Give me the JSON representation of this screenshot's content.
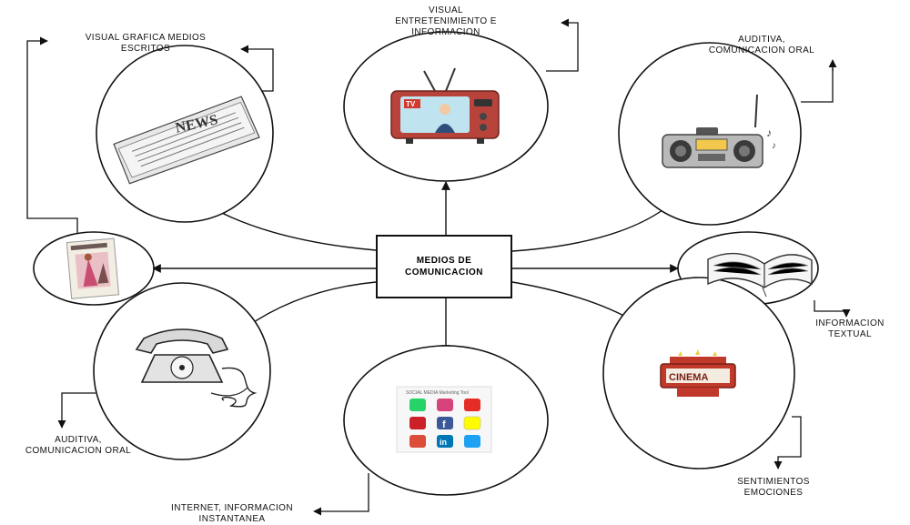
{
  "center": {
    "line1": "MEDIOS DE",
    "line2": "COMUNICACION"
  },
  "labels": {
    "newspaper": [
      "VISUAL GRAFICA MEDIOS",
      "ESCRITOS"
    ],
    "tv": [
      "VISUAL",
      "ENTRETENIMIENTO E",
      "INFORMACION"
    ],
    "radio": [
      "AUDITIVA,",
      "COMUNICACION ORAL"
    ],
    "book": [
      "INFORMACION",
      "TEXTUAL"
    ],
    "cinema": [
      "SENTIMIENTOS",
      "EMOCIONES"
    ],
    "social": [
      "INTERNET, INFORMACION",
      "INSTANTANEA"
    ],
    "phone": [
      "AUDITIVA,",
      "COMUNICACION ORAL"
    ]
  },
  "icon_text": {
    "tv_badge": "TV",
    "cinema_sign": "CINEMA",
    "social_header": "SOCIAL MEDIA Marketing Tool",
    "newspaper_headline": "NEWS"
  },
  "colors": {
    "line": "#111111",
    "tv_red": "#c8392b",
    "cinema_red": "#c0392b",
    "radio_yellow": "#f2c94c"
  }
}
